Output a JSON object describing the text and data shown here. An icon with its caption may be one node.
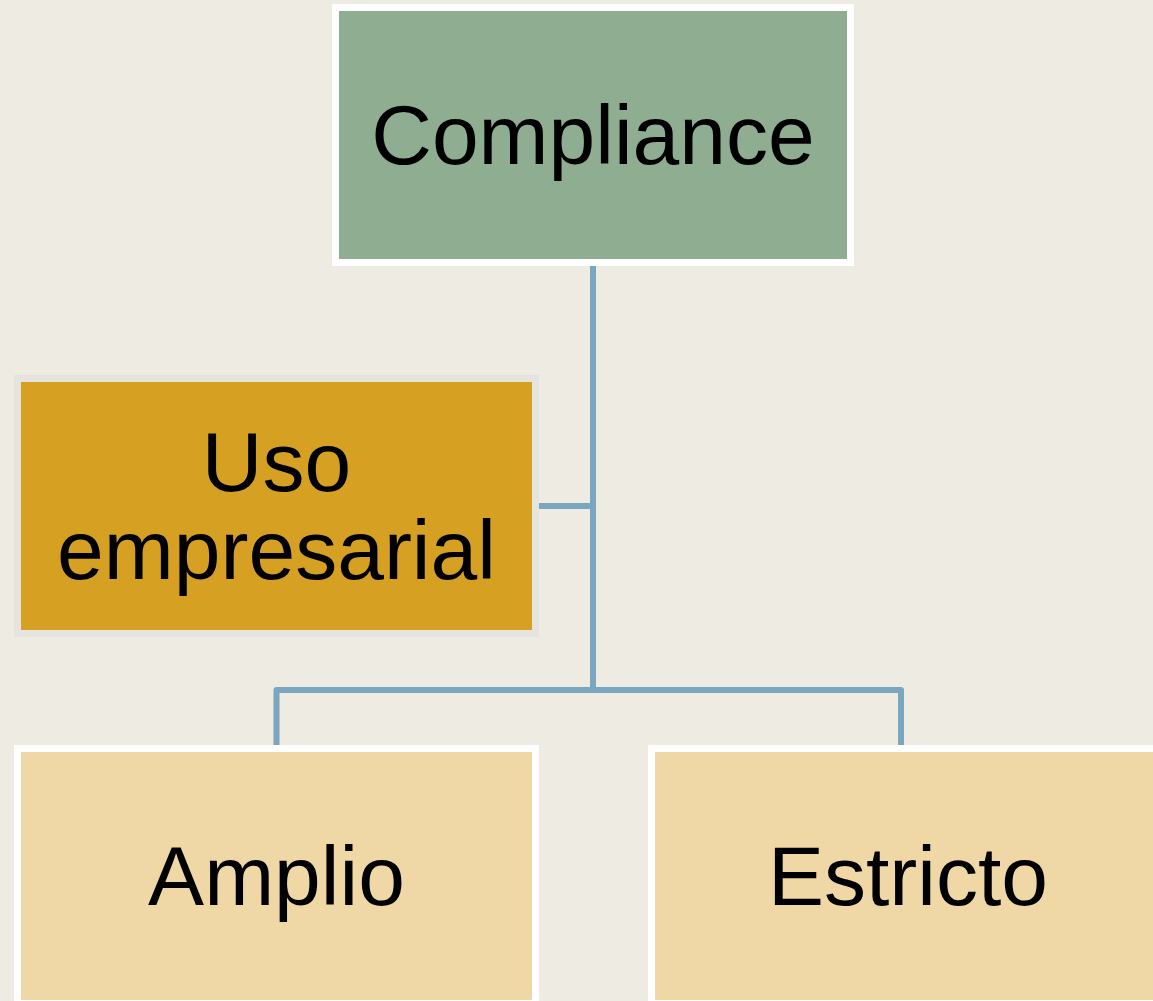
{
  "diagram": {
    "nodes": [
      {
        "text": [
          "Compliance"
        ]
      },
      {
        "text": [
          "Uso empresarial"
        ]
      },
      {
        "text": [
          "Amplio"
        ]
      },
      {
        "text": [
          "Estricto"
        ]
      }
    ],
    "edges": [
      {
        "from": 0,
        "to": 1,
        "arrow": "none"
      },
      {
        "from": 0,
        "to": 2,
        "arrow": "none"
      },
      {
        "from": 0,
        "to": 3,
        "arrow": "none"
      }
    ]
  }
}
